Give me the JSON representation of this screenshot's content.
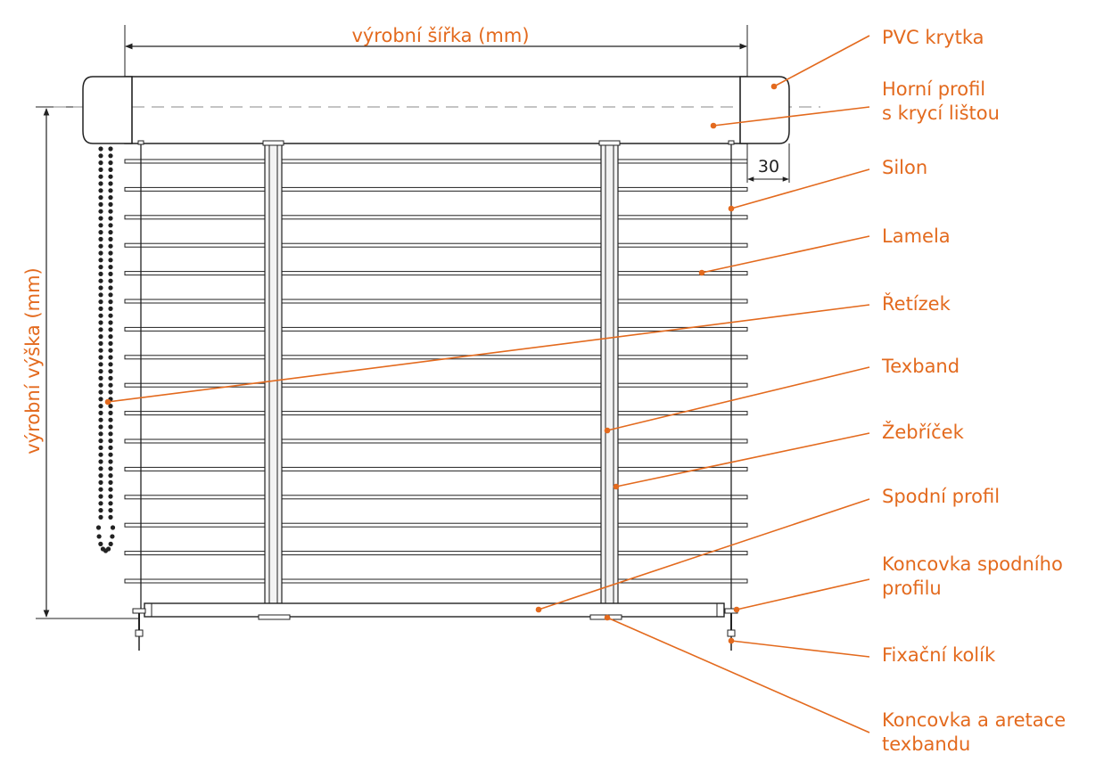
{
  "dimensions": {
    "width_label": "výrobní šířka (mm)",
    "height_label": "výrobní výška (mm)",
    "overhang_label": "30"
  },
  "labels": [
    {
      "id": "pvc-krytka",
      "lines": [
        "PVC krytka"
      ]
    },
    {
      "id": "horni-profil",
      "lines": [
        "Horní profil",
        "s krycí lištou"
      ]
    },
    {
      "id": "silon",
      "lines": [
        "Silon"
      ]
    },
    {
      "id": "lamela",
      "lines": [
        "Lamela"
      ]
    },
    {
      "id": "retizek",
      "lines": [
        "Řetízek"
      ]
    },
    {
      "id": "texband",
      "lines": [
        "Texband"
      ]
    },
    {
      "id": "zebricek",
      "lines": [
        "Žebříček"
      ]
    },
    {
      "id": "spodni-profil",
      "lines": [
        "Spodní profil"
      ]
    },
    {
      "id": "koncovka-spodniho-profilu",
      "lines": [
        "Koncovka spodního",
        "profilu"
      ]
    },
    {
      "id": "fixacni-kolik",
      "lines": [
        "Fixační kolík"
      ]
    },
    {
      "id": "koncovka-a-aretace",
      "lines": [
        "Koncovka a aretace",
        "texbandu"
      ]
    }
  ],
  "colors": {
    "accent": "#e36a1e",
    "outline": "#222222"
  }
}
